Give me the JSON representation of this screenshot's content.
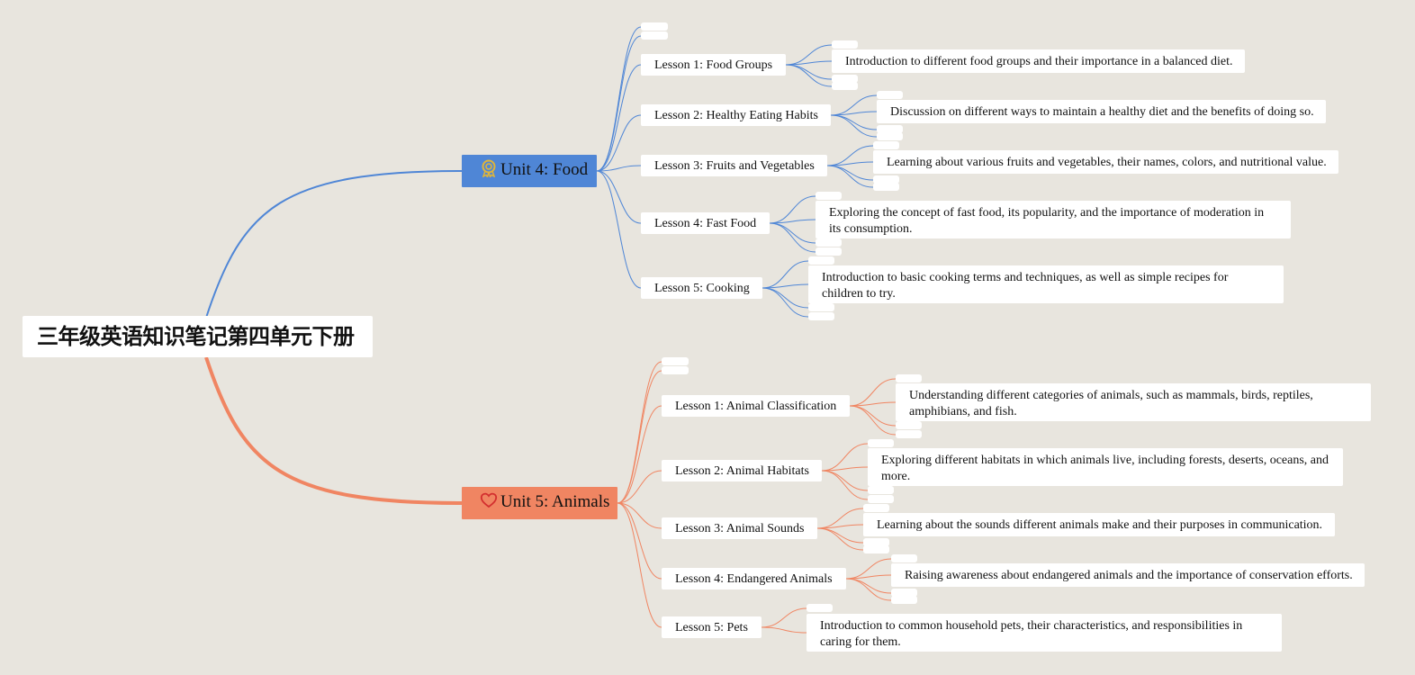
{
  "root": {
    "title": "三年级英语知识笔记第四单元下册"
  },
  "units": [
    {
      "title": "Unit 4: Food",
      "icon": "award-ribbon-icon",
      "color": "#4f86d6",
      "line_color": "#4f86d6",
      "lessons": [
        {
          "title": "Lesson 1: Food Groups",
          "desc": "Introduction to different food groups and their importance in a balanced diet."
        },
        {
          "title": "Lesson 2: Healthy Eating Habits",
          "desc": "Discussion on different ways to maintain a healthy diet and the benefits of doing so."
        },
        {
          "title": "Lesson 3: Fruits and Vegetables",
          "desc": "Learning about various fruits and vegetables, their names, colors, and nutritional value."
        },
        {
          "title": "Lesson 4: Fast Food",
          "desc": "Exploring the concept of fast food, its popularity, and the importance of moderation in its consumption."
        },
        {
          "title": "Lesson 5: Cooking",
          "desc": "Introduction to basic cooking terms and techniques, as well as simple recipes for children to try."
        }
      ]
    },
    {
      "title": "Unit 5: Animals",
      "icon": "heart-icon",
      "color": "#f08562",
      "line_color": "#f08562",
      "lessons": [
        {
          "title": "Lesson 1: Animal Classification",
          "desc": "Understanding different categories of animals, such as mammals, birds, reptiles, amphibians, and fish."
        },
        {
          "title": "Lesson 2: Animal Habitats",
          "desc": "Exploring different habitats in which animals live, including forests, deserts, oceans, and more."
        },
        {
          "title": "Lesson 3: Animal Sounds",
          "desc": "Learning about the sounds different animals make and their purposes in communication."
        },
        {
          "title": "Lesson 4: Endangered Animals",
          "desc": "Raising awareness about endangered animals and the importance of conservation efforts."
        },
        {
          "title": "Lesson 5: Pets",
          "desc": "Introduction to common household pets, their characteristics, and responsibilities in caring for them."
        }
      ]
    }
  ]
}
